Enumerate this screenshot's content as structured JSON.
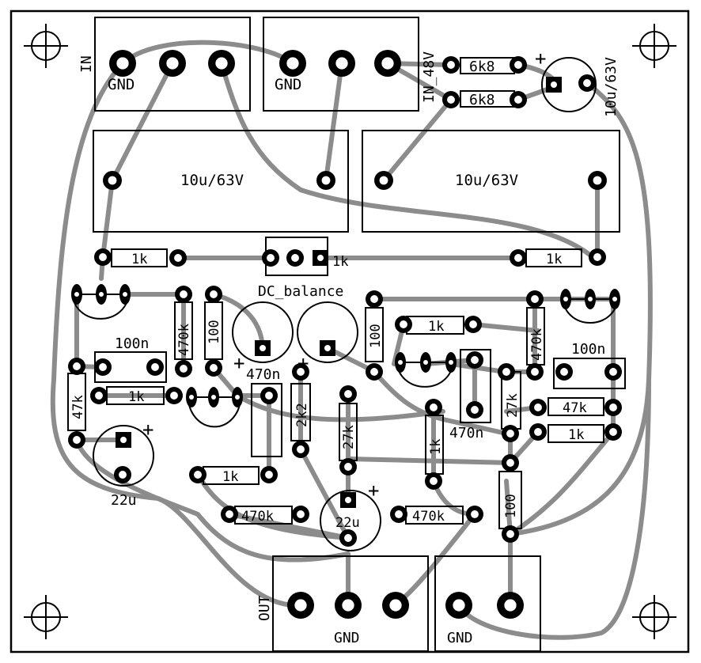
{
  "colors": {
    "background": "#ffffff",
    "outline": "#000000",
    "trace": "#8c8c8c",
    "pad": "#000000",
    "pad_hole": "#ffffff"
  },
  "labels": {
    "in": "IN",
    "in_gnd": "GND",
    "in48_gnd": "GND",
    "in48": "IN_48V",
    "r6k8_top": "6k8",
    "r6k8_bottom": "6k8",
    "c_small_top": "10u/63V",
    "c_big_left": "10u/63V",
    "c_big_right": "10u/63V",
    "r_1k_upper_left": "1k",
    "r_1k_trim": "1k",
    "r_1k_upper_right": "1k",
    "dc_balance": "DC_balance",
    "r_470k_left": "470k",
    "r_100_left": "100",
    "r_100_mid": "100",
    "r_1k_mid": "1k",
    "r_470k_right": "470k",
    "c_100n_left": "100n",
    "c_100n_right": "100n",
    "c_470n_left": "470n",
    "r_47k_left": "47k",
    "r_1k_left2": "1k",
    "r_2k2": "2k2",
    "r_27k_mid": "27k",
    "c_470n_mid": "470n",
    "r_27k_right": "27k",
    "r_47k_right": "47k",
    "r_1k_right2": "1k",
    "c_22u_left": "22u",
    "r_1k_low": "1k",
    "r_1k_vert": "1k",
    "r_100_right": "100",
    "r_470k_low_left": "470k",
    "r_470k_low_right": "470k",
    "c_22u_mid": "22u",
    "out": "OUT",
    "out_gnd": "GND",
    "gnd_right": "GND",
    "plus": "+"
  }
}
